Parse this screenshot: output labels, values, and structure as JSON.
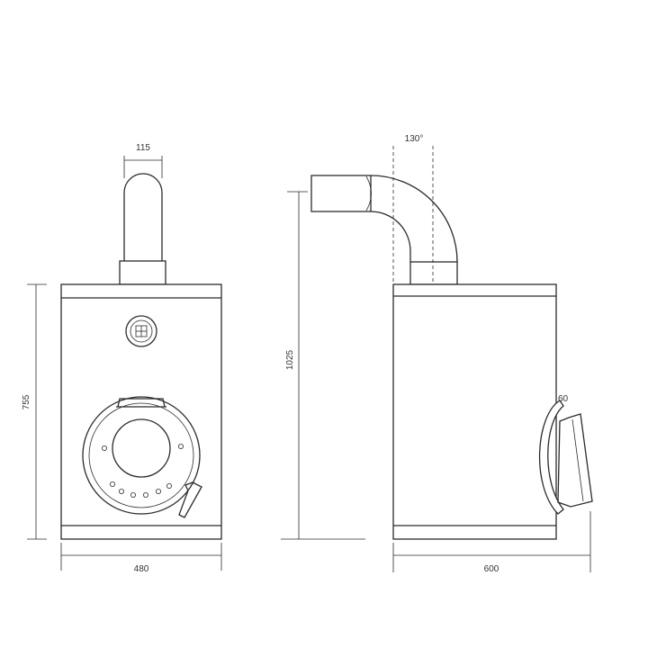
{
  "front_view": {
    "dim_flue_width": "115",
    "dim_height": "755",
    "dim_width": "480"
  },
  "side_view": {
    "dim_angle": "130°",
    "dim_height": "1025",
    "dim_depth": "600",
    "dim_door": "60"
  }
}
